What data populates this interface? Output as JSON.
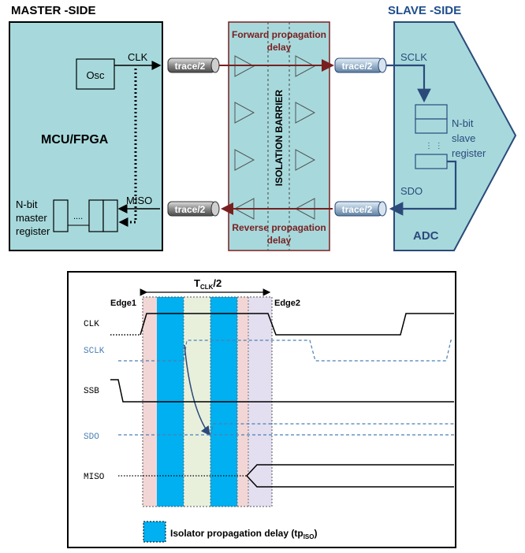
{
  "top": {
    "master_heading": "MASTER -SIDE",
    "slave_heading": "SLAVE -SIDE",
    "osc": "Osc",
    "clk": "CLK",
    "mcu": "MCU/FPGA",
    "miso": "MISO",
    "master_reg": [
      "N-bit",
      "master",
      "register"
    ],
    "master_reg_dots": "....",
    "trace_label": "trace/2",
    "forward_delay": [
      "Forward propagation",
      "delay"
    ],
    "isolation_barrier": "ISOLATION BARRIER",
    "reverse_delay": [
      "Reverse propagation",
      "delay"
    ],
    "sclk": "SCLK",
    "slave_reg": [
      "N-bit",
      "slave",
      "register"
    ],
    "slave_reg_dots": "⋮ ⋮",
    "sdo": "SDO",
    "adc": "ADC"
  },
  "timing": {
    "period_main": "T",
    "period_sub": "CLK",
    "period_tail": "/2",
    "edge1": "Edge1",
    "edge2": "Edge2",
    "signals": [
      "CLK",
      "SCLK",
      "SSB",
      "SDO",
      "MISO"
    ],
    "legend_main": "Isolator propagation delay (tp",
    "legend_sub": "ISO",
    "legend_tail": ")"
  },
  "colors": {
    "teal": "#a7d9dc",
    "dark_red": "#7a1f1f",
    "navy": "#2b4a7a",
    "dash_blue": "#4a7fb5",
    "cyan": "#00b0f0"
  }
}
